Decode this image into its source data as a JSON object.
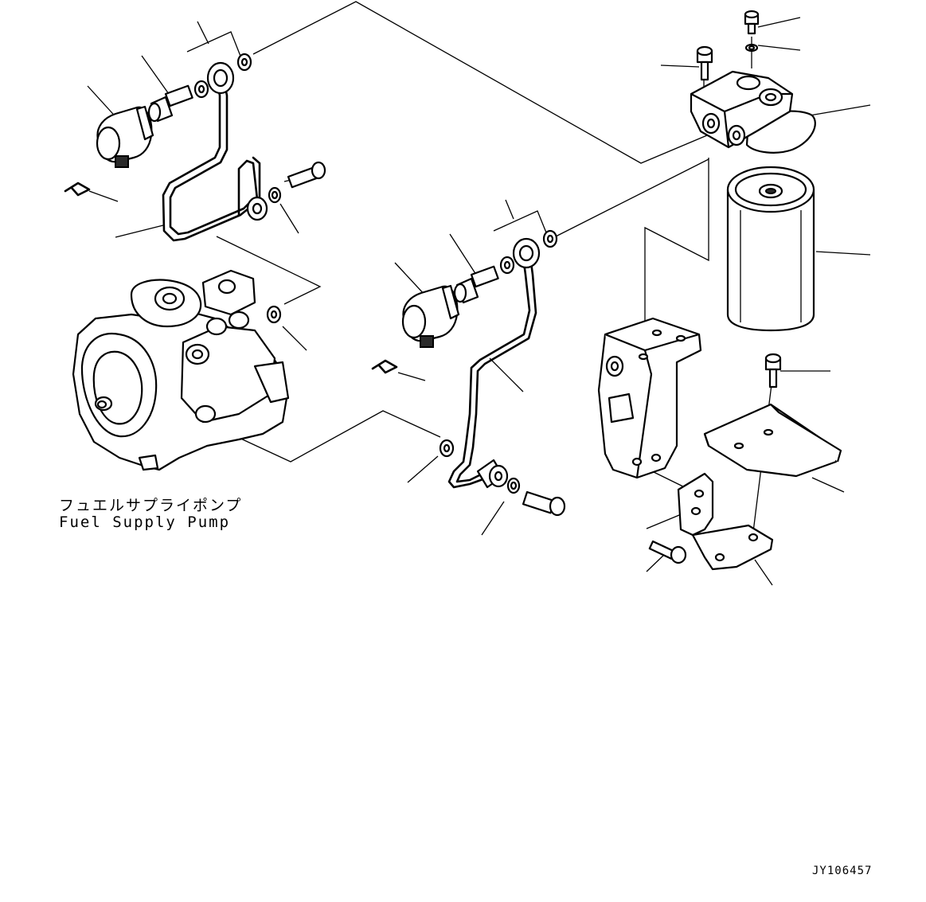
{
  "caption": {
    "japanese": "フュエルサプライポンプ",
    "english": "Fuel Supply Pump"
  },
  "reference_code": "JY106457"
}
